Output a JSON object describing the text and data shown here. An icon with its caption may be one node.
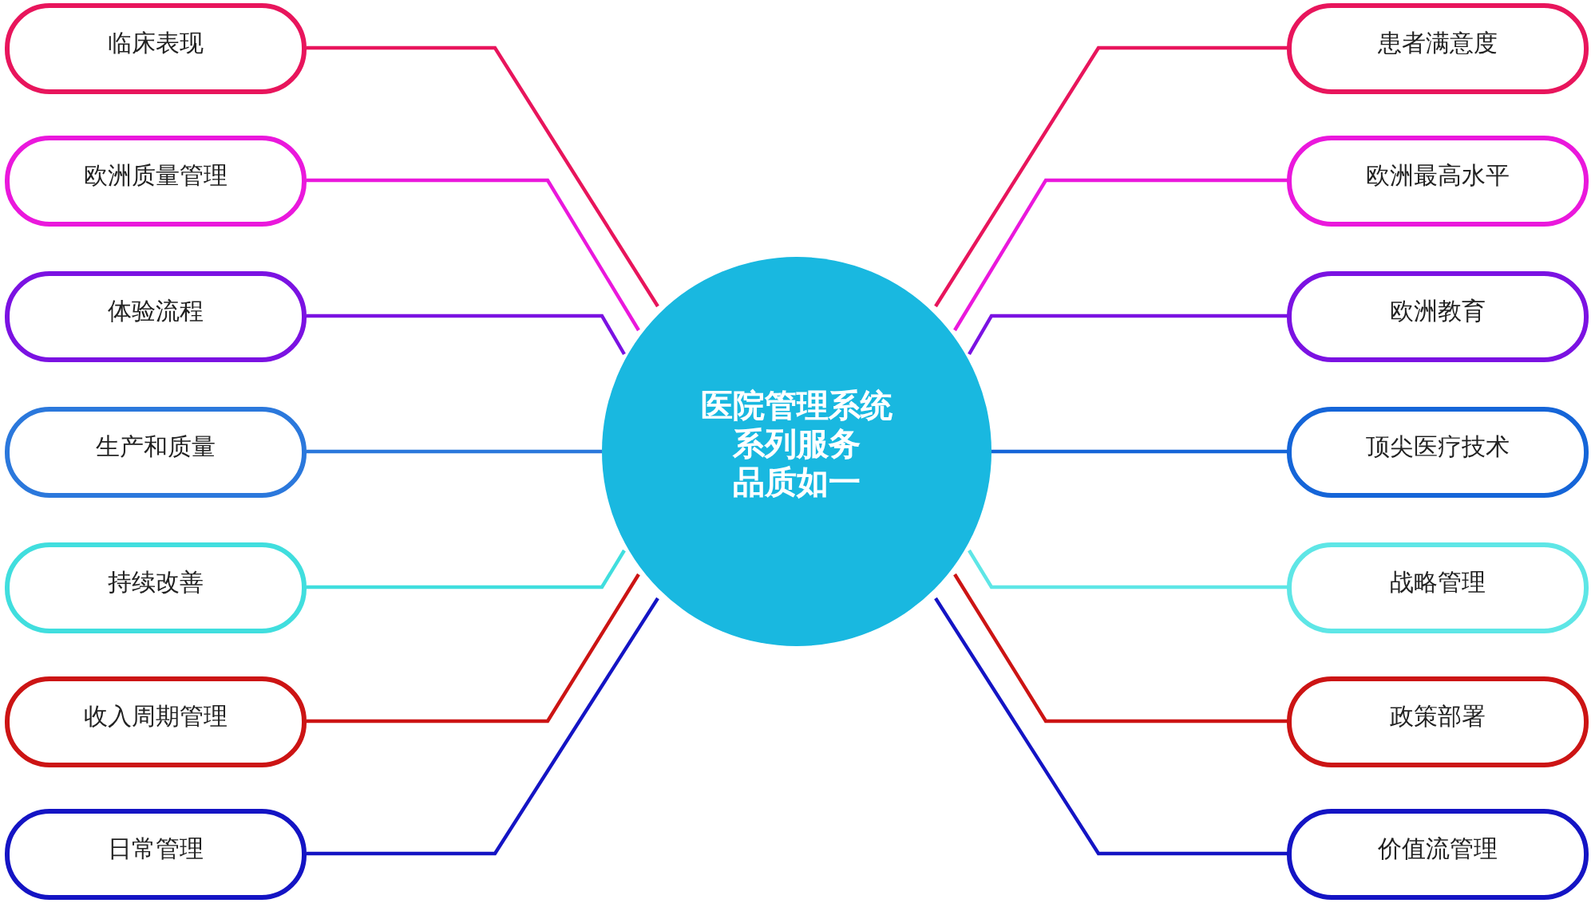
{
  "diagram": {
    "nodes": [
      {
        "text": [
          "医院管理系统",
          "系列服务",
          "品质如一"
        ]
      },
      {
        "text": [
          "临床表现"
        ]
      },
      {
        "text": [
          "欧洲质量管理"
        ]
      },
      {
        "text": [
          "体验流程"
        ]
      },
      {
        "text": [
          "生产和质量"
        ]
      },
      {
        "text": [
          "持续改善"
        ]
      },
      {
        "text": [
          "收入周期管理"
        ]
      },
      {
        "text": [
          "日常管理"
        ]
      },
      {
        "text": [
          "患者满意度"
        ]
      },
      {
        "text": [
          "欧洲最高水平"
        ]
      },
      {
        "text": [
          "欧洲教育"
        ]
      },
      {
        "text": [
          "顶尖医疗技术"
        ]
      },
      {
        "text": [
          "战略管理"
        ]
      },
      {
        "text": [
          "政策部署"
        ]
      },
      {
        "text": [
          "价值流管理"
        ]
      }
    ],
    "edges": [
      {
        "from": 0,
        "to": 1,
        "arrow": "none",
        "color": "#e8155c"
      },
      {
        "from": 0,
        "to": 2,
        "arrow": "none",
        "color": "#ea18dc"
      },
      {
        "from": 0,
        "to": 3,
        "arrow": "none",
        "color": "#7b12e2"
      },
      {
        "from": 0,
        "to": 4,
        "arrow": "none",
        "color": "#2b78dc"
      },
      {
        "from": 0,
        "to": 5,
        "arrow": "none",
        "color": "#40dede"
      },
      {
        "from": 0,
        "to": 6,
        "arrow": "none",
        "color": "#cc1414"
      },
      {
        "from": 0,
        "to": 7,
        "arrow": "none",
        "color": "#1414c4"
      },
      {
        "from": 0,
        "to": 8,
        "arrow": "none",
        "color": "#e8155c"
      },
      {
        "from": 0,
        "to": 9,
        "arrow": "none",
        "color": "#ea18dc"
      },
      {
        "from": 0,
        "to": 10,
        "arrow": "none",
        "color": "#7b12e2"
      },
      {
        "from": 0,
        "to": 11,
        "arrow": "none",
        "color": "#1565d8"
      },
      {
        "from": 0,
        "to": 12,
        "arrow": "none",
        "color": "#5ee6e6"
      },
      {
        "from": 0,
        "to": 13,
        "arrow": "none",
        "color": "#cc1414"
      },
      {
        "from": 0,
        "to": 14,
        "arrow": "none",
        "color": "#1414c4"
      }
    ]
  }
}
